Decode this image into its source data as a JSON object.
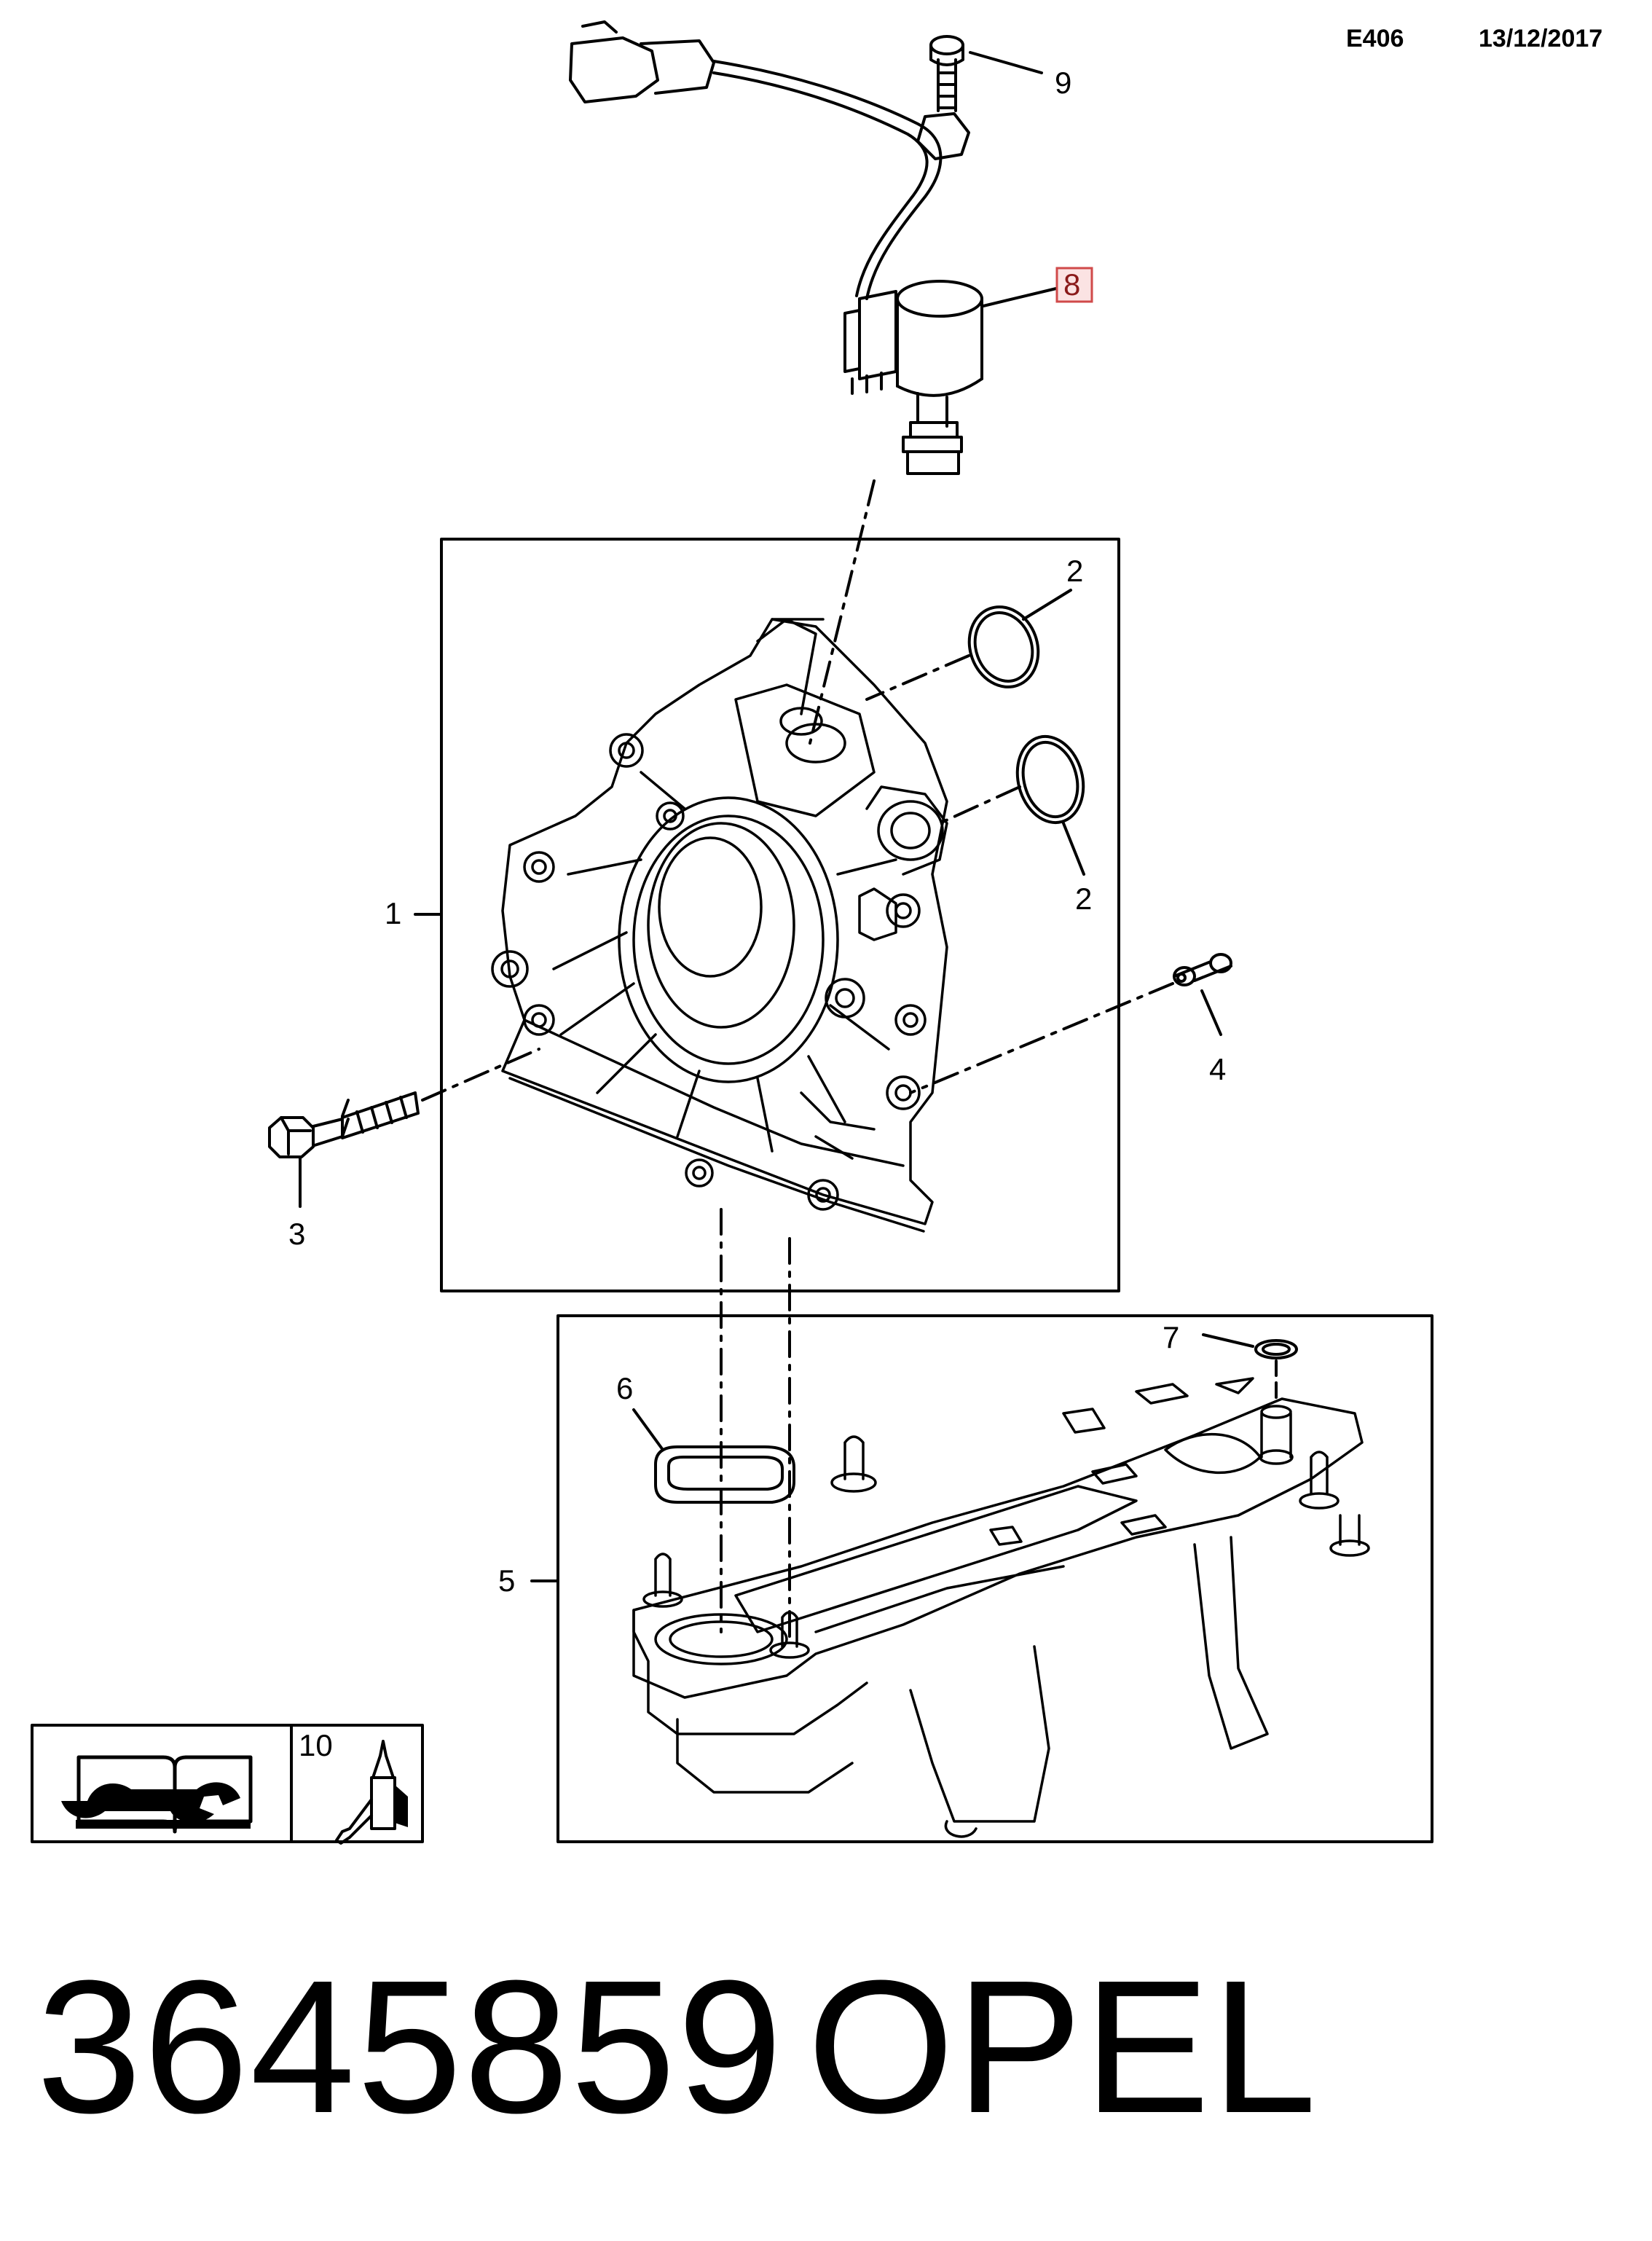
{
  "header": {
    "sheet_code": "E406",
    "date": "13/12/2017"
  },
  "callouts": [
    "1",
    "2",
    "2",
    "3",
    "4",
    "5",
    "6",
    "7",
    "8",
    "9",
    "10"
  ],
  "highlighted_callout": "8",
  "footer": {
    "part_number": "3645859",
    "brand": "OPEL"
  },
  "colors": {
    "line": "#000000",
    "highlight_border": "#d04a4a",
    "highlight_fill": "#fbe3e3"
  },
  "icons": [
    "repair-manual-icon",
    "sealant-bottle-icon"
  ]
}
